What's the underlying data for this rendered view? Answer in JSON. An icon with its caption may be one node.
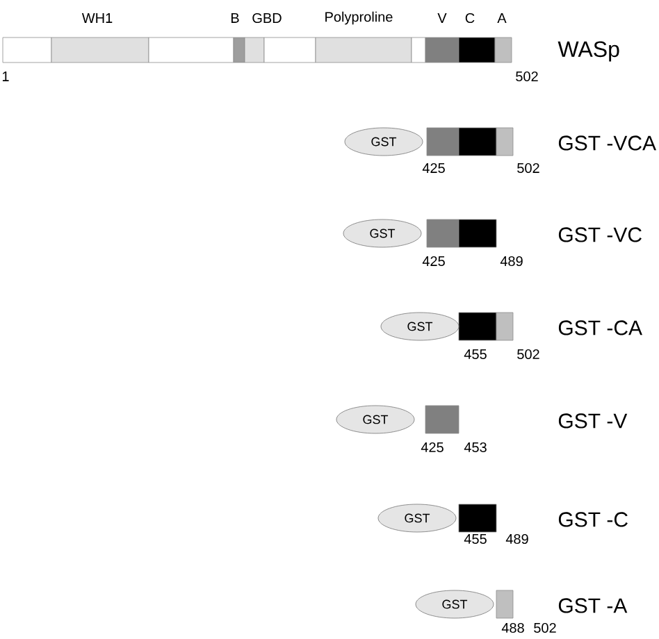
{
  "diagram": {
    "nodes": [
      {
        "text": [
          "GST"
        ]
      },
      {
        "text": [
          "GST"
        ]
      },
      {
        "text": [
          "GST"
        ]
      },
      {
        "text": [
          "GST"
        ]
      },
      {
        "text": [
          "GST"
        ]
      },
      {
        "text": [
          "GST"
        ]
      }
    ],
    "labels": [
      "WH1",
      "B",
      "GBD",
      "Polyproline",
      "V",
      "C",
      "A",
      "WASp",
      "1",
      "502",
      "GST -VCA",
      "425",
      "502",
      "GST -VC",
      "425",
      "489",
      "GST -CA",
      "455",
      "502",
      "GST -V",
      "425",
      "453",
      "GST -C",
      "455",
      "489",
      "GST -A",
      "488",
      "502"
    ]
  }
}
